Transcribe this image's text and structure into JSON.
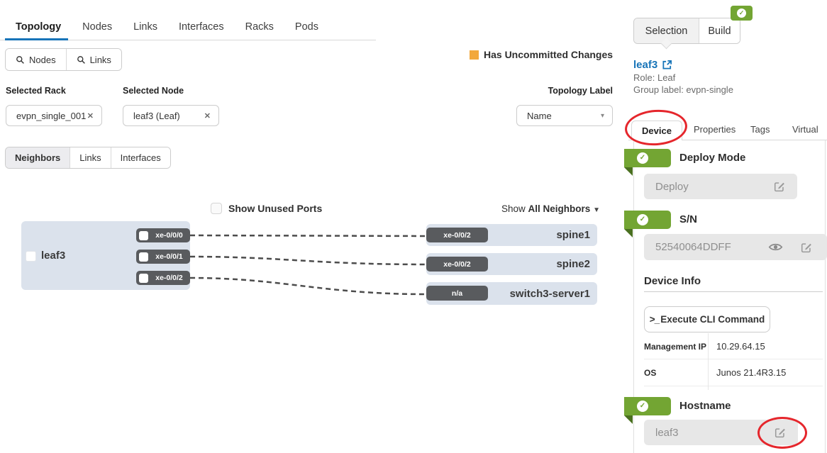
{
  "header_tabs": {
    "items": [
      "Topology",
      "Nodes",
      "Links",
      "Interfaces",
      "Racks",
      "Pods"
    ]
  },
  "search_group": {
    "nodes": "Nodes",
    "links": "Links"
  },
  "legend": {
    "label": "Has Uncommitted Changes"
  },
  "selectors": {
    "rack_label": "Selected Rack",
    "rack_value": "evpn_single_001",
    "node_label": "Selected Node",
    "node_value": "leaf3 (Leaf)",
    "topology_label": "Topology Label",
    "topology_value": "Name"
  },
  "subtabs": {
    "items": [
      "Neighbors",
      "Links",
      "Interfaces"
    ]
  },
  "controls": {
    "show_unused": "Show Unused Ports",
    "show_prefix": "Show",
    "show_filter": "All Neighbors"
  },
  "diagram": {
    "node_name": "leaf3",
    "node_ports": [
      "xe-0/0/0",
      "xe-0/0/1",
      "xe-0/0/2"
    ],
    "neighbors": [
      {
        "port": "xe-0/0/2",
        "name": "spine1"
      },
      {
        "port": "xe-0/0/2",
        "name": "spine2"
      },
      {
        "port": "n/a",
        "name": "switch3-server1"
      }
    ]
  },
  "panel": {
    "selection_tab": "Selection",
    "build_tab": "Build",
    "title": "leaf3",
    "role": "Role: Leaf",
    "group_label": "Group label: evpn-single",
    "tabs": [
      "Device",
      "Properties",
      "Tags",
      "Virtual"
    ],
    "deploy_mode": {
      "title": "Deploy Mode",
      "value": "Deploy"
    },
    "sn": {
      "title": "S/N",
      "value": "52540064DDFF"
    },
    "device_info": {
      "title": "Device Info",
      "cli": "Execute CLI Command",
      "rows": [
        {
          "label": "Management IP",
          "value": "10.29.64.15"
        },
        {
          "label": "OS",
          "value": "Junos 21.4R3.15"
        }
      ]
    },
    "hostname": {
      "title": "Hostname",
      "value": "leaf3"
    }
  },
  "colors": {
    "accent_blue": "#1774b8",
    "green": "#73a533",
    "orange": "#f2a83b",
    "red_annotation": "#e5262c"
  }
}
